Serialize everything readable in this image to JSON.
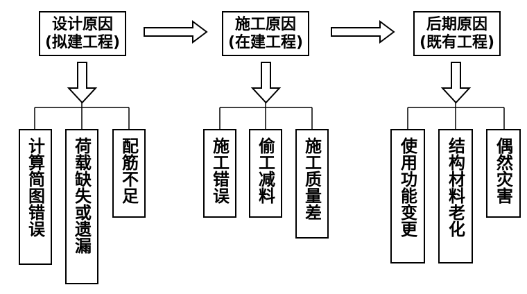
{
  "categories": [
    {
      "line1": "设计原因",
      "line2": "(拟建工程)"
    },
    {
      "line1": "施工原因",
      "line2": "(在建工程)"
    },
    {
      "line1": "后期原因",
      "line2": "(既有工程)"
    }
  ],
  "leaves": [
    [
      "计算简图错误",
      "荷载缺失或遗漏",
      "配筋不足"
    ],
    [
      "施工错误",
      "偷工减料",
      "施工质量差"
    ],
    [
      "使用功能变更",
      "结构材料老化",
      "偶然灾害"
    ]
  ],
  "colors": {
    "line": "#000000",
    "background": "#ffffff"
  }
}
